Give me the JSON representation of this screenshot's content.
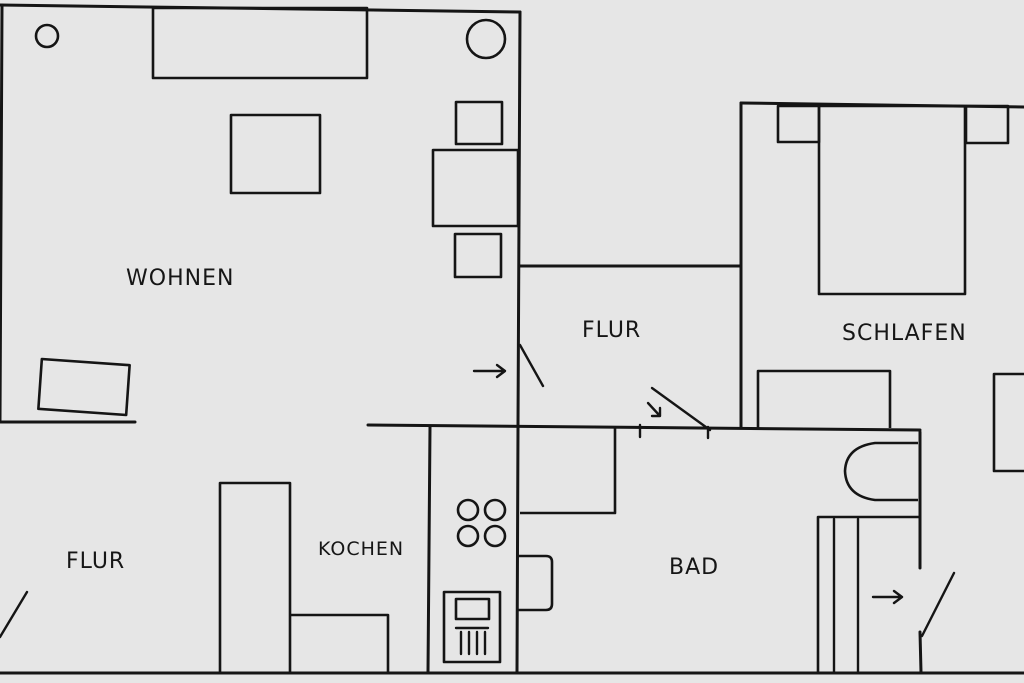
{
  "rooms": {
    "wohnen": "WOHNEN",
    "flur_upper": "FLUR",
    "schlafen": "SCHLAFEN",
    "flur_lower": "FLUR",
    "kochen": "KOCHEN",
    "bad": "BAD"
  },
  "colors": {
    "paper": "#e6e6e6",
    "ink": "#151515"
  }
}
